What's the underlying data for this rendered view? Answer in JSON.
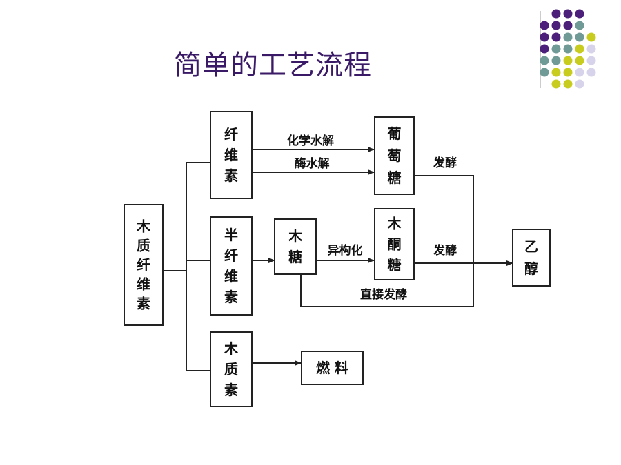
{
  "title": "简单的工艺流程",
  "colors": {
    "title": "#3a1a66",
    "dot_purple": "#4b1f7a",
    "dot_teal": "#6f9a96",
    "dot_yellow": "#c7cc1e",
    "dot_lavender": "#d7d3ea"
  },
  "nodes": {
    "lignocellulose": "木质纤维素",
    "cellulose": "纤维素",
    "hemicellulose": "半纤维素",
    "lignin": "木质素",
    "glucose": "葡萄糖",
    "xylose": "木糖",
    "xylulose": "木酮糖",
    "ethanol": "乙醇",
    "fuel": "燃 料"
  },
  "edges": {
    "chem_hydrolysis": "化学水解",
    "enzyme_hydrolysis": "酶水解",
    "ferment_glucose": "发酵",
    "isomerization": "异构化",
    "ferment_xylulose": "发酵",
    "direct_ferment": "直接发酵"
  }
}
